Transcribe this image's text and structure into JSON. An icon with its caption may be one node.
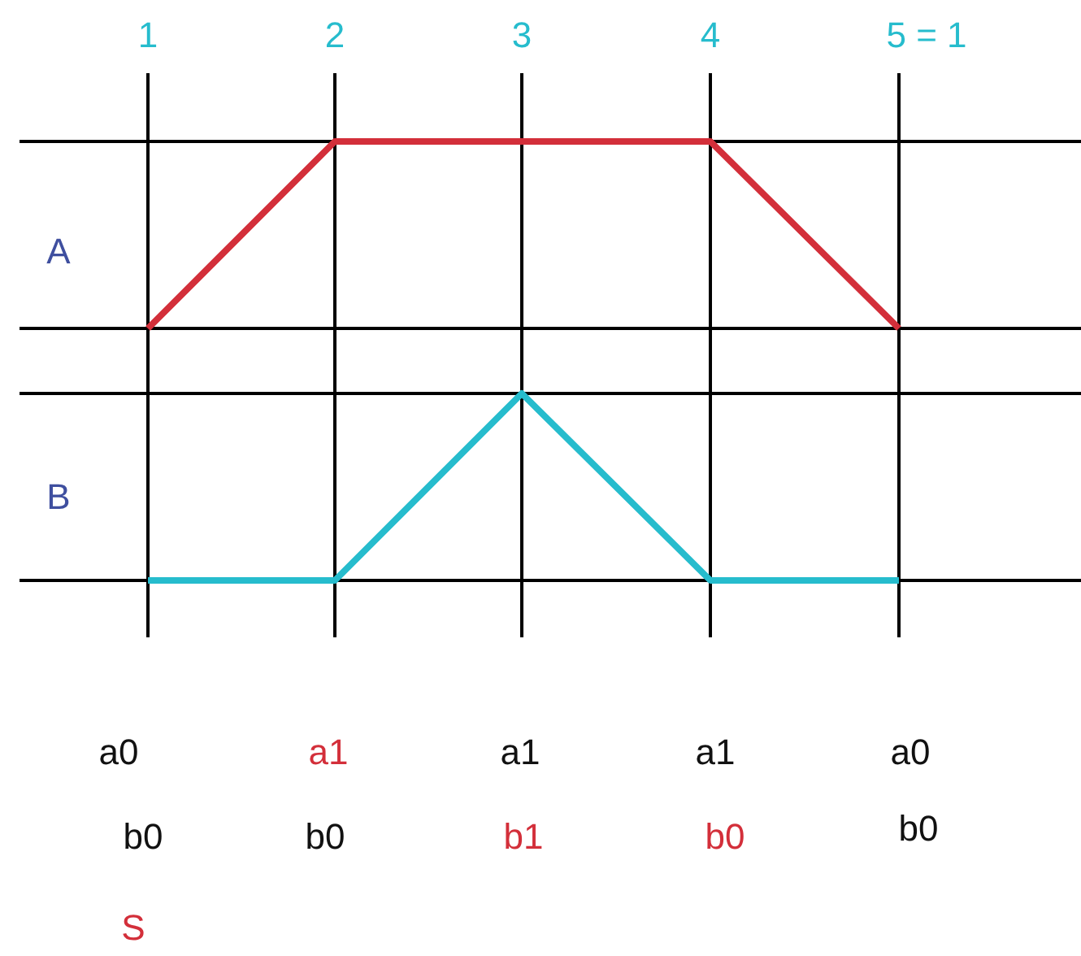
{
  "diagram": {
    "labels": [
      "1",
      "2",
      "3",
      "4",
      "5 = 1",
      "A",
      "B",
      "a0",
      "a1",
      "a1",
      "a1",
      "a0",
      "b0",
      "b0",
      "b1",
      "b0",
      "b0",
      "S"
    ]
  }
}
